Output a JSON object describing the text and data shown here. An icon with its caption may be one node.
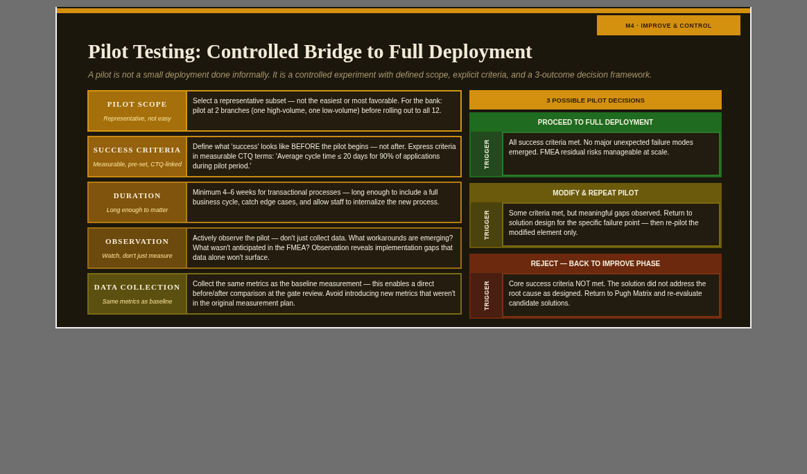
{
  "diagram": {
    "title": "Pilot Testing: Controlled Bridge to Full Deployment",
    "nodes": [
      {
        "text": [
          "M4 · IMPROVE & CONTROL"
        ]
      },
      {
        "text": [
          "PILOT SCOPE",
          "Representative, not easy"
        ]
      },
      {
        "text": [
          "Select a representative subset — not the easiest or most favorable. For the bank: pilot at 2 branches (one high-volume, one low-volume) before rolling out to all 12."
        ]
      },
      {
        "text": [
          "SUCCESS CRITERIA",
          "Measurable, pre-set, CTQ-linked"
        ]
      },
      {
        "text": [
          "Define what 'success' looks like BEFORE the pilot begins — not after. Express criteria in measurable CTQ terms: 'Average cycle time ≤ 20 days for 90% of applications during pilot period.'"
        ]
      },
      {
        "text": [
          "DURATION",
          "Long enough to matter"
        ]
      },
      {
        "text": [
          "Minimum 4–6 weeks for transactional processes — long enough to include a full business cycle, catch edge cases, and allow staff to internalize the new process."
        ]
      },
      {
        "text": [
          "OBSERVATION",
          "Watch, don't just measure"
        ]
      },
      {
        "text": [
          "Actively observe the pilot — don't just collect data. What workarounds are emerging? What wasn't anticipated in the FMEA? Observation reveals implementation gaps that data alone won't surface."
        ]
      },
      {
        "text": [
          "DATA COLLECTION",
          "Same metrics as baseline"
        ]
      },
      {
        "text": [
          "Collect the same metrics as the baseline measurement — this enables a direct before/after comparison at the gate review. Avoid introducing new metrics that weren't in the original measurement plan."
        ]
      },
      {
        "text": [
          "3 POSSIBLE PILOT DECISIONS"
        ]
      },
      {
        "text": [
          "PROCEED TO FULL DEPLOYMENT"
        ]
      },
      {
        "text": [
          "TRIGGER"
        ],
        "in": 12
      },
      {
        "text": [
          "All success criteria met. No major unexpected failure modes emerged. FMEA residual risks manageable at scale."
        ],
        "in": 12
      },
      {
        "text": [
          "MODIFY & REPEAT PILOT"
        ]
      },
      {
        "text": [
          "TRIGGER"
        ],
        "in": 15
      },
      {
        "text": [
          "Some criteria met, but meaningful gaps observed. Return to solution design for the specific failure point — then re-pilot the modified element only."
        ],
        "in": 15
      },
      {
        "text": [
          "REJECT — BACK TO IMPROVE PHASE"
        ]
      },
      {
        "text": [
          "TRIGGER"
        ],
        "in": 18
      },
      {
        "text": [
          "Core success criteria NOT met. The solution did not address the root cause as designed. Return to Pugh Matrix and re-evaluate candidate solutions."
        ],
        "in": 18
      }
    ],
    "labels": [
      "A pilot is not a small deployment done informally. It is a controlled experiment with defined scope, explicit criteria, and a 3-outcome decision framework."
    ]
  }
}
